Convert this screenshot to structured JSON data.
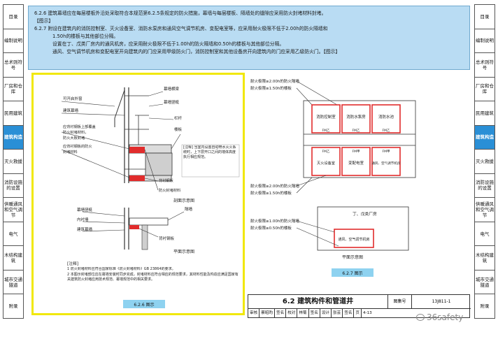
{
  "side_tabs_left": [
    "目录",
    "编制说明",
    "总术则符号",
    "厂房和仓库",
    "民用建筑",
    "建筑构造",
    "灭火救援",
    "消防设施的设置",
    "供暖通风和空气调节",
    "电气",
    "木结构建筑",
    "城市交通隧道",
    "附录"
  ],
  "side_tabs_right": [
    "目录",
    "编制说明",
    "总术则符号",
    "厂房和仓库",
    "民用建筑",
    "建筑构造",
    "灭火救援",
    "消防设施的设置",
    "供暖通风和空气调节",
    "电气",
    "木结构建筑",
    "城市交通隧道",
    "附录"
  ],
  "active_tab_index": 5,
  "header": {
    "line1": "6.2.6  建筑幕墙应在每层楼板外沿处采取符合本规范第6.2.5条规定的防火措施，幕墙与每层楼板、隔墙处的缝隙应采用防火封堵材料封堵。",
    "line2": "【图示】",
    "line3": "6.2.7  附设在建筑内的消防控制室、灭火设备室、消防水泵房和通风空气调节机房、变配电室等，应采用耐火极限不低于2.00h的防火隔墙和",
    "line4": "1.50h的楼板与其他部位分隔。",
    "line5": "设置在丁、戊类厂房内的通风机房，应采用耐火极限不低于1.00h的防火隔墙和0.50h的楼板与其他部位分隔。",
    "line6": "通风、空气调节机房和变配电室开向建筑内的门应采用甲级防火门，消防控制室和其他设备房开向建筑内的门应采用乙级防火门。【图示】"
  },
  "left_figure": {
    "labels_top": [
      "可开启外窗",
      "建筑幕墙",
      "应背衬钢板上部覆盖",
      "防火封堵材料，",
      "防火大板封堵",
      "应背衬钢板的防火",
      "封堵材料"
    ],
    "labels_right": [
      "幕墙横梁",
      "幕墙竖梃",
      "栏杆",
      "楼板",
      "背衬钢板",
      "防火封堵材料"
    ],
    "note": "[注释] 当室内设置自动喷水灭火系统时，上下层开口之间的墙体高度执行相应规范。",
    "section_caption": "剖面示意图",
    "labels_bottom": [
      "幕墙竖梃",
      "内衬墙",
      "建筑幕墙",
      "隔墙",
      "背衬钢板"
    ],
    "plan_caption": "平面示意图",
    "notes_title": "[注释]",
    "note1": "1  防火封堵材料应符合国家标准《防火封堵材料》GB 23864的要求。",
    "note2": "2  本图示封堵部位应在幕墙安装时同步完成，封堵材料应符合相应的规范要求，其材料性能及构造应满足国家有关建筑防火封堵应用技术规范、幕墙规范中的相关要求。",
    "caption_badge": "6.2.6 图示"
  },
  "right_figure": {
    "label_a": "耐火极限≥2.00h的防火隔墙",
    "label_b": "耐火极限≥1.50h的楼板",
    "rooms_top": [
      "消防控制室",
      "消防水泵房",
      "消防水池"
    ],
    "doors_top": [
      "FM乙",
      "FM乙",
      "FM乙"
    ],
    "doors_bottom": [
      "FM乙",
      "FM甲",
      "FM甲"
    ],
    "rooms_bottom": [
      "灭火设备室",
      "变配电室",
      "通风、空气调节机房"
    ],
    "label_c": "耐火极限≥2.00h的防火隔墙",
    "label_d": "耐火极限≥1.50h的楼板",
    "plant_label": "丁、戊类厂房",
    "label_e": "耐火极限≥1.00h的防火隔墙",
    "label_f": "耐火极限≥0.50h的楼板",
    "room_plant": "通风、空气调节机房",
    "plan_caption": "平面示意图",
    "caption_badge": "6.2.7 图示"
  },
  "title_block": {
    "title": "6.2  建筑构件和管道井",
    "ji_label": "图集号",
    "atlas_no": "13J811-1",
    "sign_items": [
      "审核",
      "蔡昭昀",
      "签名",
      "校对",
      "林菊",
      "签名",
      "设计",
      "张芸",
      "签名",
      "页",
      "4-13"
    ]
  },
  "watermark": "36safety",
  "colors": {
    "active_tab": "#2a8fd6",
    "header_bg": "#b9dcf3",
    "left_frame": "#f1e80a",
    "caption_badge": "#8ed2f0",
    "fire_red": "#e12c2c"
  }
}
